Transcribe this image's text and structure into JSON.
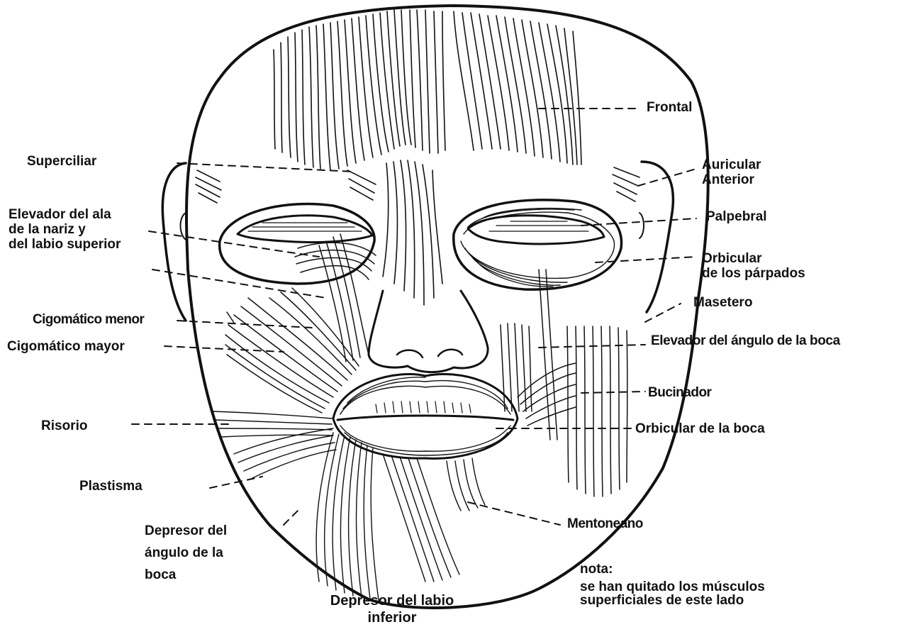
{
  "labels": {
    "frontal": "Frontal",
    "superciliar": "Superciliar",
    "auricular_anterior": [
      "Auricular",
      "Anterior"
    ],
    "elevador_ala": [
      "Elevador del ala",
      "de la nariz y",
      "del labio superior"
    ],
    "palpebral": "Palpebral",
    "orbicular_parpados": [
      "Orbicular",
      "de los párpados"
    ],
    "masetero": "Masetero",
    "cigomatico_menor": "Cigomático menor",
    "cigomatico_mayor": "Cigomático mayor",
    "elevador_angulo": "Elevador  del ángulo de la boca",
    "bucinador": "Bucinador",
    "risorio": "Risorio",
    "orbicular_boca": "Orbicular de la boca",
    "plastisma": "Plastisma",
    "mentoneano": "Mentoneano",
    "depresor_angulo": [
      "Depresor del",
      "ángulo de la",
      "boca"
    ],
    "depresor_labio": [
      "Depresor del labio",
      "inferior"
    ]
  },
  "note": {
    "title": "nota:",
    "lines": [
      "se han quitado los músculos",
      "superficiales de este lado"
    ]
  },
  "colors": {
    "ink": "#111111",
    "background": "#ffffff"
  }
}
